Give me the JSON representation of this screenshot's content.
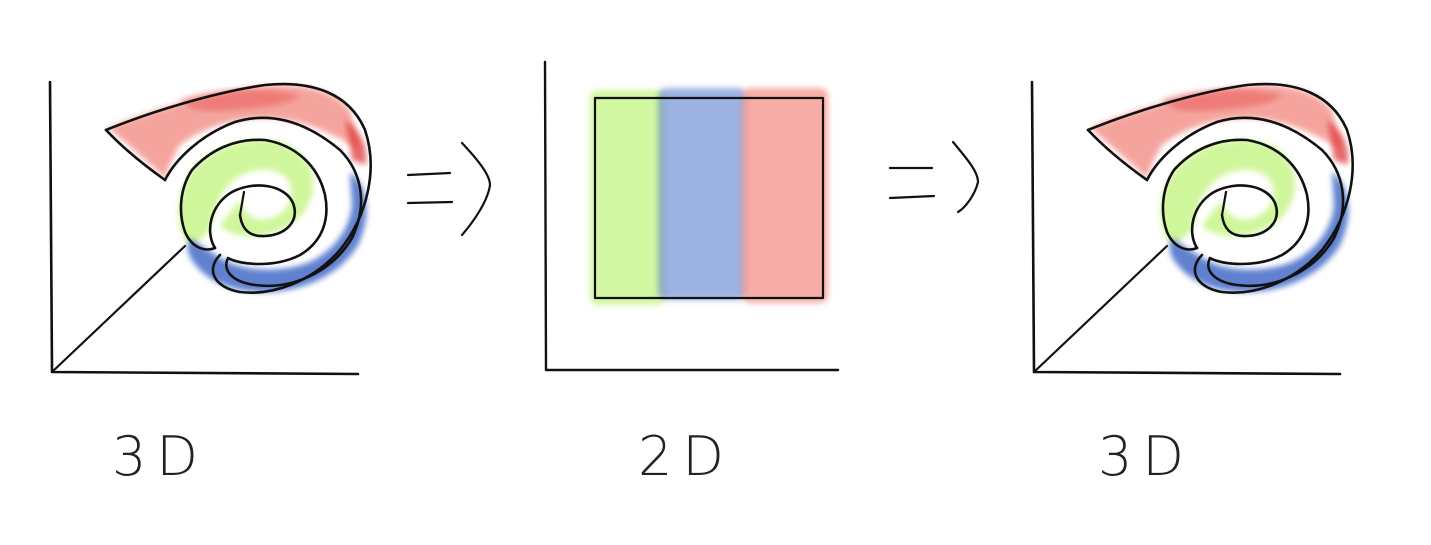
{
  "panels": [
    {
      "label": "3D"
    },
    {
      "label": "2D"
    },
    {
      "label": "3D"
    }
  ],
  "colors": {
    "red": "#f08080",
    "red_dark": "#e84a4a",
    "green": "#c8f58a",
    "blue": "#5b7fcf",
    "blue_light": "#9ab0de",
    "salmon": "#f7a8a0",
    "ink": "#111111"
  },
  "icons": [
    "double-arrow-icon",
    "double-arrow-icon"
  ]
}
